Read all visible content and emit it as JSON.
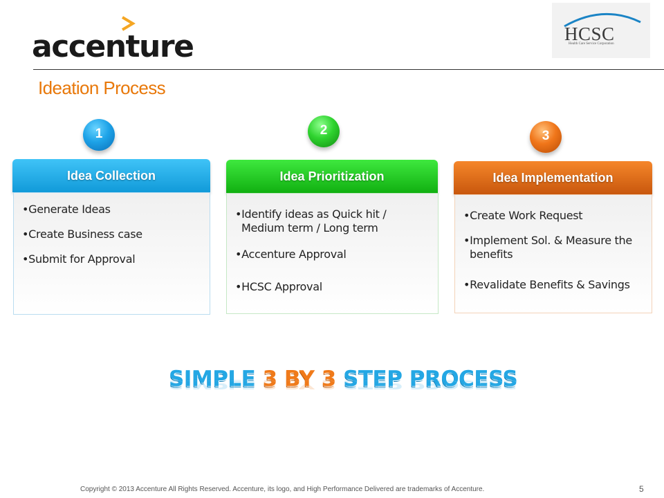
{
  "brand": {
    "wordmark": "accenture"
  },
  "partner": {
    "name": "HCSC",
    "subtitle": "Health Care Service Corporation"
  },
  "title": "Ideation Process",
  "steps": [
    {
      "number": "1",
      "header": "Idea Collection",
      "color": "#1ea3e8",
      "items": [
        "Generate Ideas",
        "Create Business case",
        "Submit for Approval"
      ]
    },
    {
      "number": "2",
      "header": "Idea Prioritization",
      "color": "#2fd32f",
      "items": [
        "Identify ideas as Quick hit / Medium term / Long term",
        "Accenture Approval",
        "HCSC Approval"
      ]
    },
    {
      "number": "3",
      "header": "Idea Implementation",
      "color": "#f0761a",
      "items": [
        "Create Work Request",
        "Implement Sol. & Measure the benefits",
        "Revalidate Benefits & Savings"
      ]
    }
  ],
  "tagline": {
    "part1": "SIMPLE ",
    "part2": "3 BY 3 ",
    "part3": "STEP PROCESS"
  },
  "footer": {
    "copyright": "Copyright © 2013 Accenture  All Rights Reserved. Accenture, its logo, and High Performance Delivered are trademarks of Accenture.",
    "page_number": "5"
  }
}
